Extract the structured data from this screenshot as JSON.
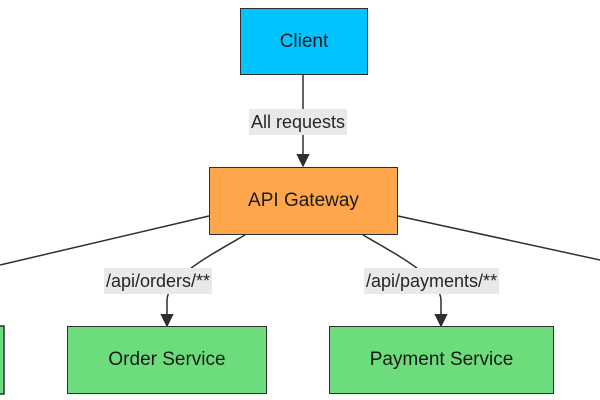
{
  "colors": {
    "client": "#00c3ff",
    "gateway": "#ffa64d",
    "service": "#6cdc7c",
    "edge": "#2f2f2f",
    "label_bg": "#e9e9e9"
  },
  "nodes": {
    "client": "Client",
    "gateway": "API Gateway",
    "order_service": "Order Service",
    "payment_service": "Payment Service"
  },
  "edges": {
    "client_to_gateway": "All requests",
    "gateway_to_orders": "/api/orders/**",
    "gateway_to_payments": "/api/payments/**"
  }
}
